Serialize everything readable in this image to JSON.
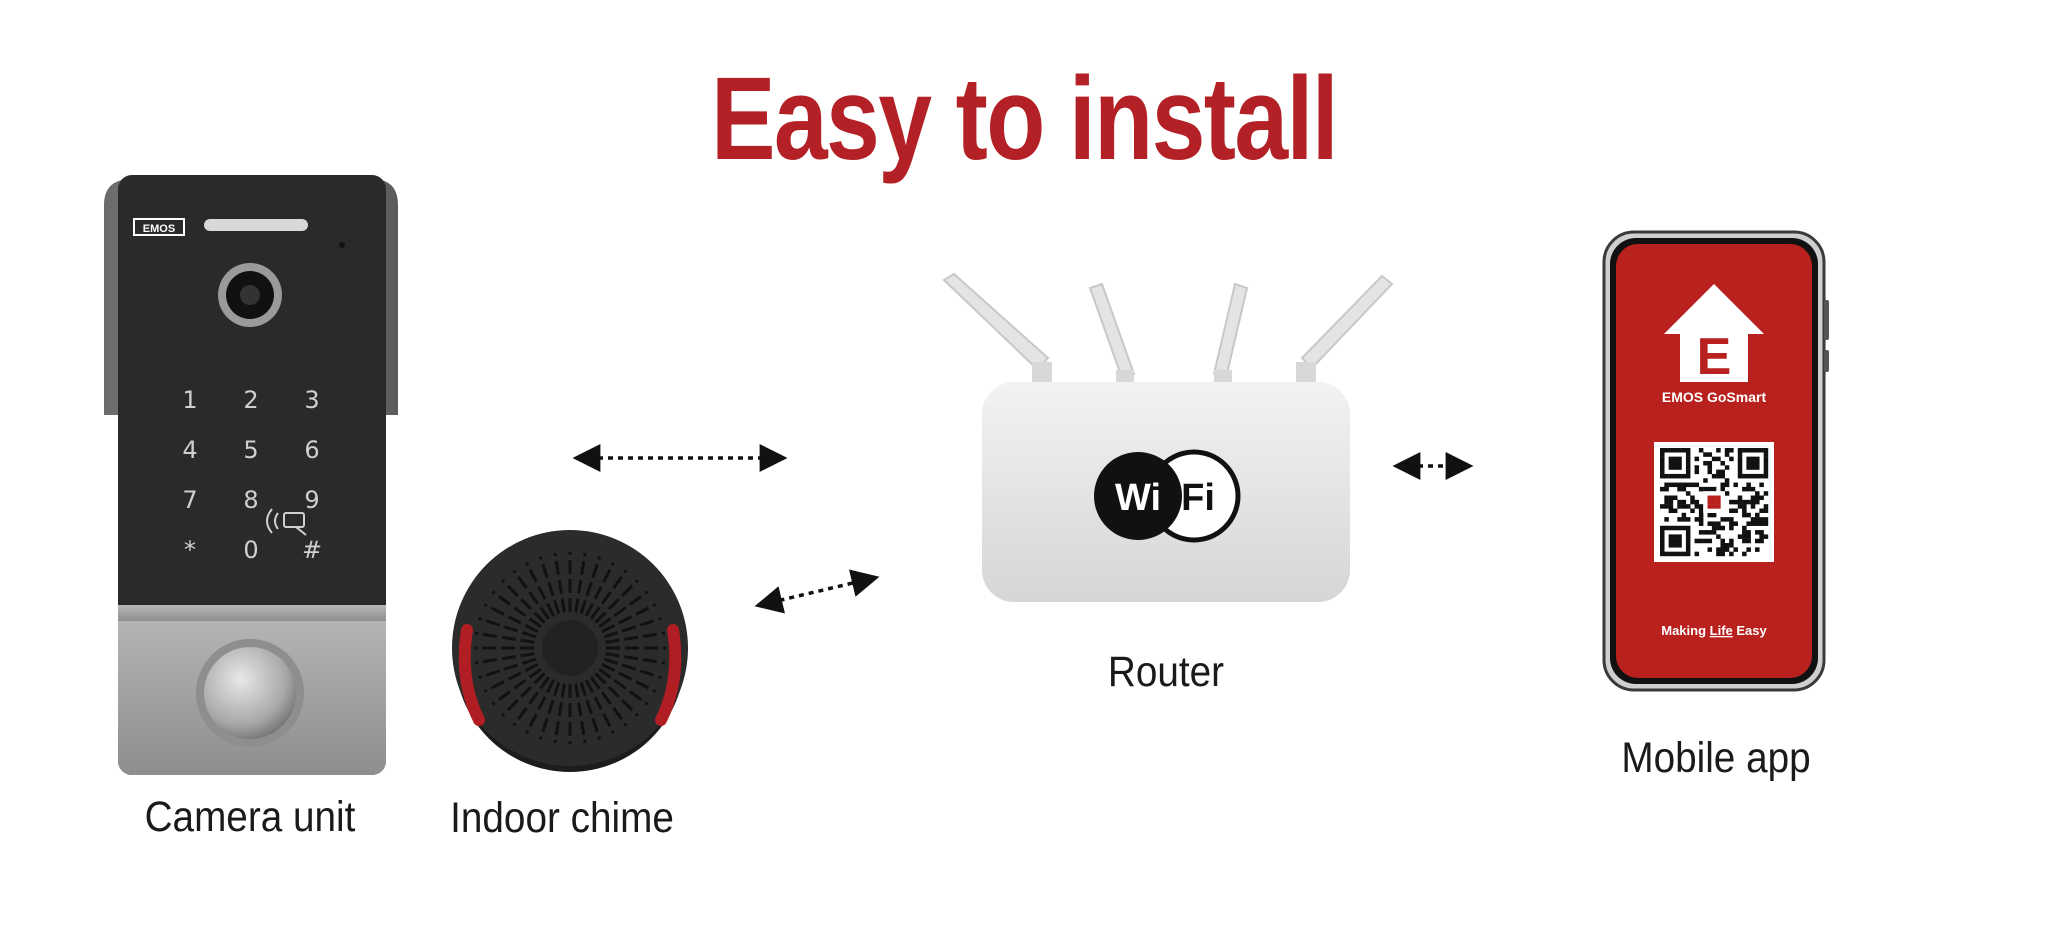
{
  "title": "Easy to install",
  "labels": {
    "camera_unit": "Camera unit",
    "indoor_chime": "Indoor chime",
    "router": "Router",
    "mobile_app": "Mobile app"
  },
  "camera": {
    "brand": "EMOS",
    "keys": [
      "1",
      "2",
      "3",
      "4",
      "5",
      "6",
      "7",
      "8",
      "9",
      "*",
      "0",
      "#"
    ]
  },
  "router": {
    "wifi_left": "Wi",
    "wifi_right": "Fi"
  },
  "phone": {
    "app_name": "EMOS GoSmart",
    "logo_letter": "E",
    "slogan_pre": "Making ",
    "slogan_mid": "Life",
    "slogan_post": " Easy"
  },
  "colors": {
    "brand_red": "#b32025",
    "chime_red": "#b01e24",
    "phone_red": "#b9211f"
  }
}
